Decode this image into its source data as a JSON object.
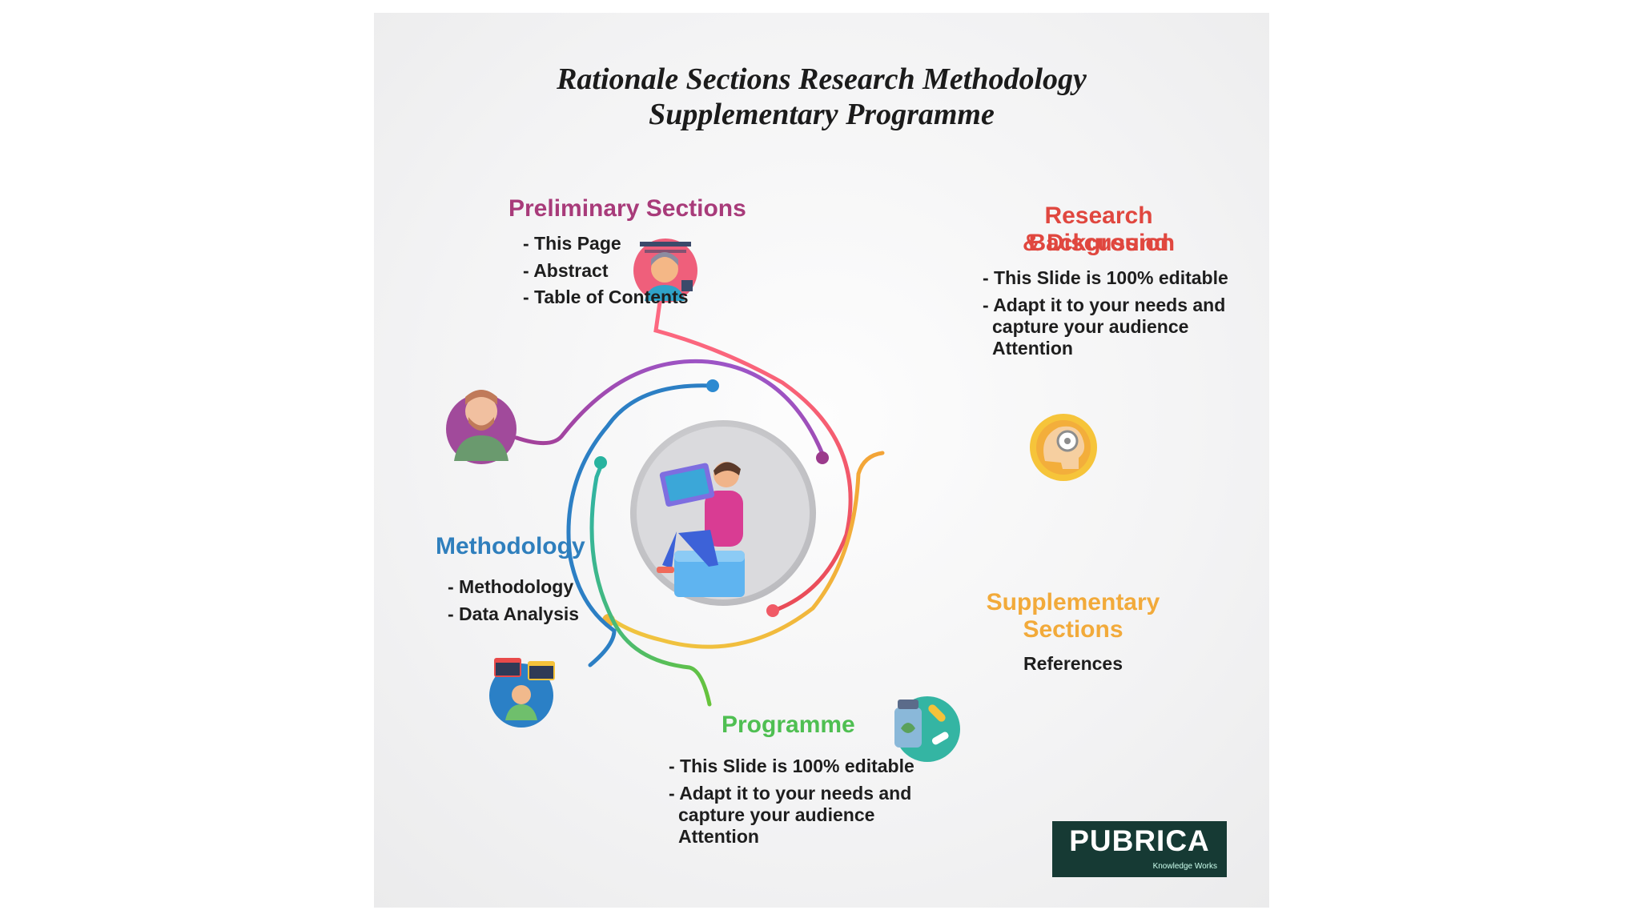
{
  "title": {
    "line1": "Rationale Sections Research Methodology",
    "line2": "Supplementary Programme"
  },
  "sections": {
    "preliminary": {
      "heading": "Preliminary Sections",
      "items": [
        "- This Page",
        "- Abstract",
        "- Table of Contents"
      ],
      "color": "#a83b7a"
    },
    "research": {
      "heading_line1": "Research Background",
      "heading_line2": "& Discussion",
      "items": [
        "- This Slide is 100% editable",
        "- Adapt it to your needs and",
        "capture your audience",
        "Attention"
      ],
      "color": "#e0473f"
    },
    "methodology": {
      "heading": "Methodology",
      "items": [
        "- Methodology",
        "- Data Analysis"
      ],
      "color": "#2f7fbd"
    },
    "supplementary": {
      "heading_line1": "Supplementary",
      "heading_line2": "Sections",
      "items": [
        "References"
      ],
      "color": "#f2aa3a"
    },
    "programme": {
      "heading": "Programme",
      "items": [
        "- This Slide is 100% editable",
        "- Adapt it to your needs and",
        "capture your audience",
        "Attention"
      ],
      "color": "#4fbf52"
    }
  },
  "logo": {
    "name": "PUBRICA",
    "tagline": "Knowledge Works"
  },
  "icons": [
    "researcher-icon",
    "presenter-icon",
    "brain-gear-icon",
    "developer-icon",
    "medicine-icon",
    "laptop-user-icon"
  ]
}
